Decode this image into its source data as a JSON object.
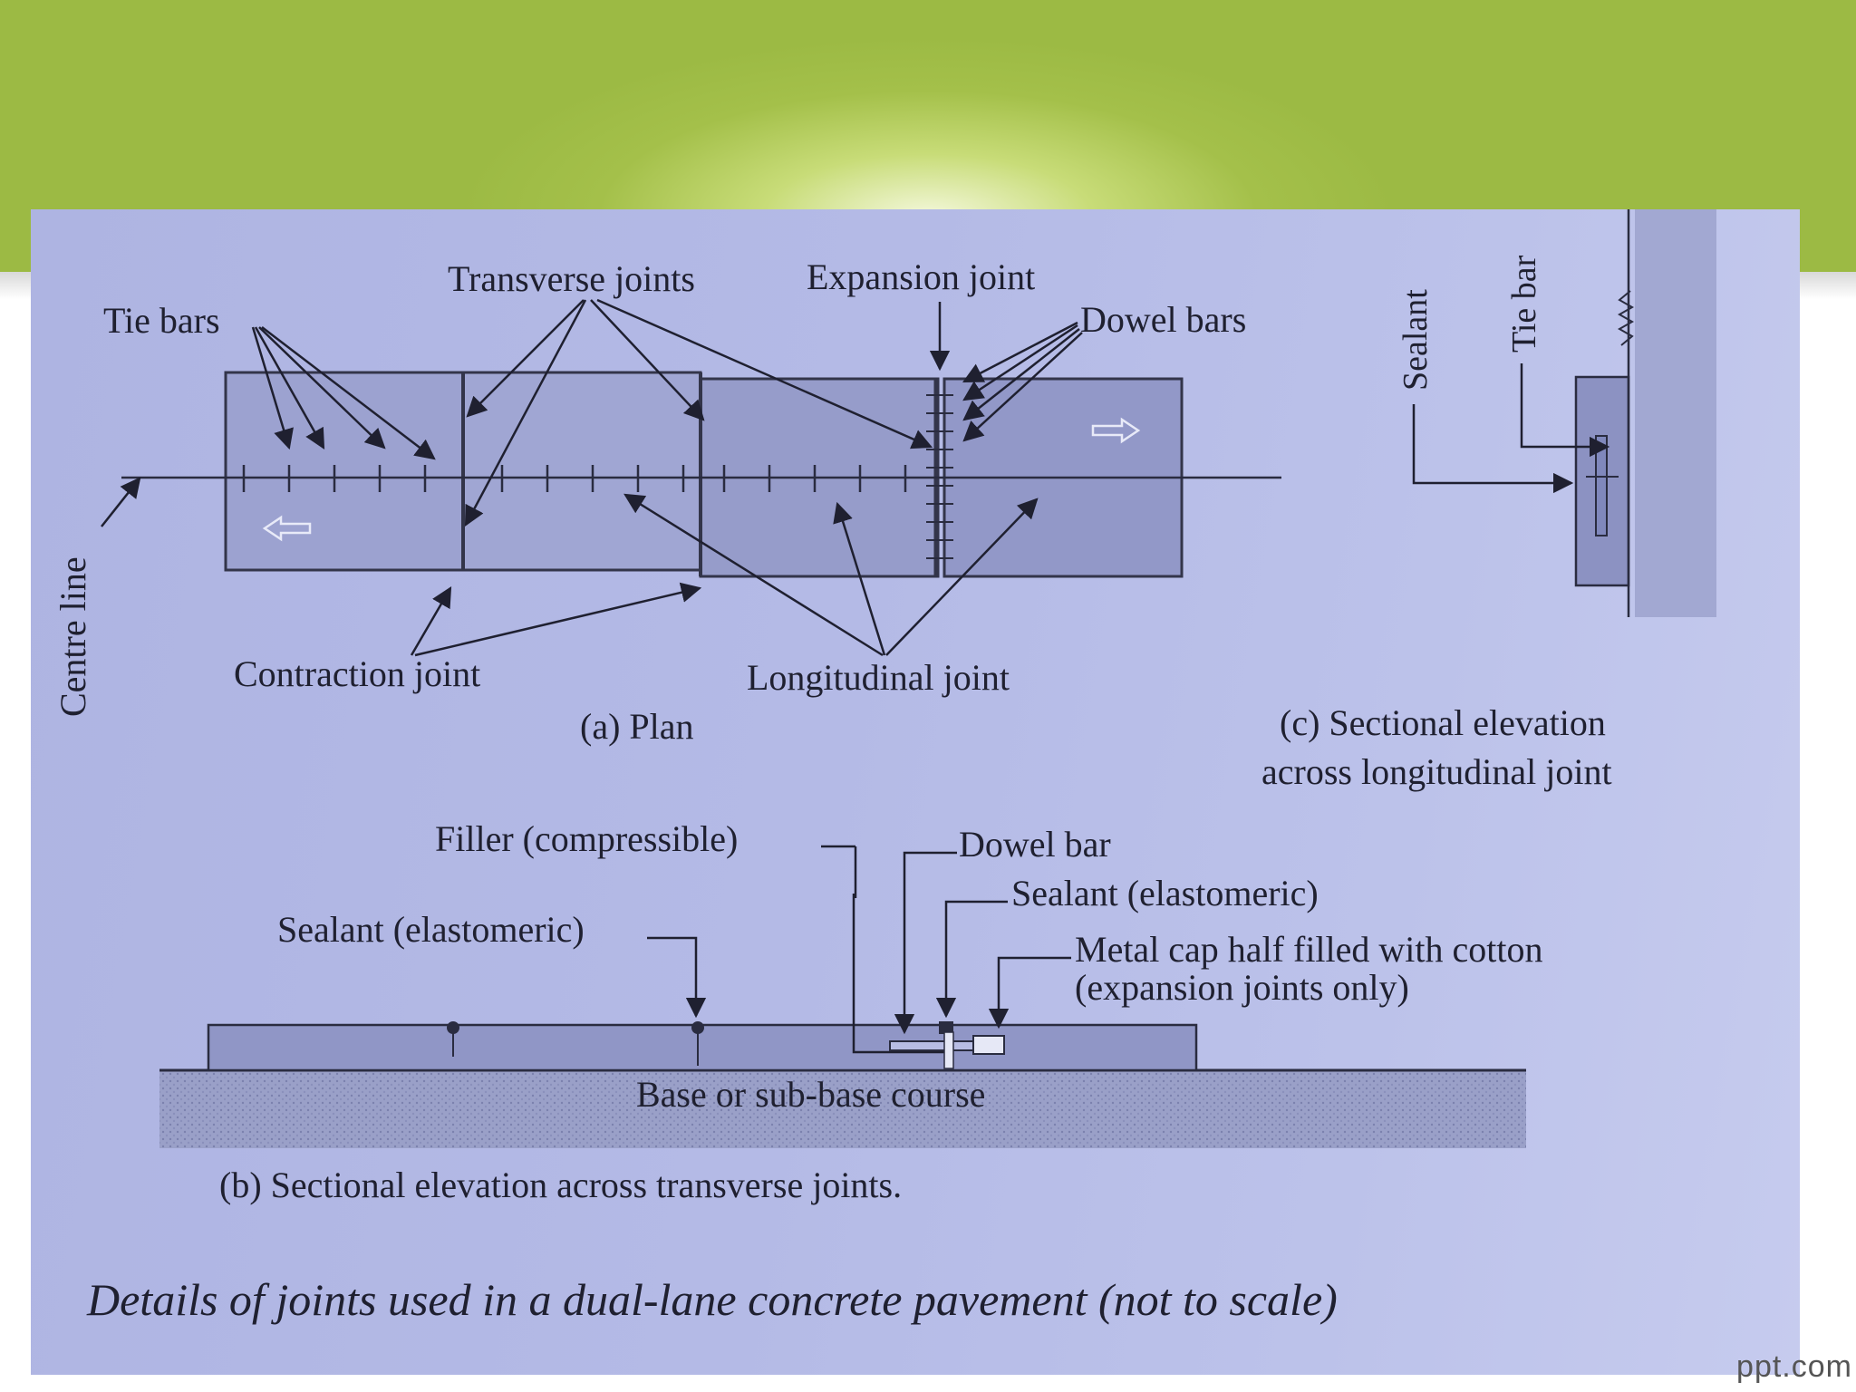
{
  "figure": {
    "plan": {
      "caption": "(a) Plan",
      "labels": {
        "tie_bars": "Tie bars",
        "transverse_joints": "Transverse joints",
        "expansion_joint": "Expansion joint",
        "dowel_bars": "Dowel bars",
        "centre_line": "Centre line",
        "contraction_joint": "Contraction joint",
        "longitudinal_joint": "Longitudinal joint"
      }
    },
    "section_transverse": {
      "caption": "(b) Sectional elevation across transverse joints.",
      "labels": {
        "filler": "Filler (compressible)",
        "dowel_bar": "Dowel bar",
        "sealant_elastomeric_1": "Sealant (elastomeric)",
        "sealant_elastomeric_2": "Sealant (elastomeric)",
        "metal_cap_line1": "Metal cap half filled with cotton",
        "metal_cap_line2": "(expansion joints only)",
        "base": "Base or sub-base course"
      }
    },
    "section_longitudinal": {
      "caption_line1": "(c) Sectional elevation",
      "caption_line2": "across longitudinal joint",
      "labels": {
        "sealant": "Sealant",
        "tie_bar": "Tie bar"
      }
    },
    "title": "Details of joints used in a dual-lane concrete pavement (not to scale)"
  },
  "footer": {
    "site": "ppt.com"
  }
}
